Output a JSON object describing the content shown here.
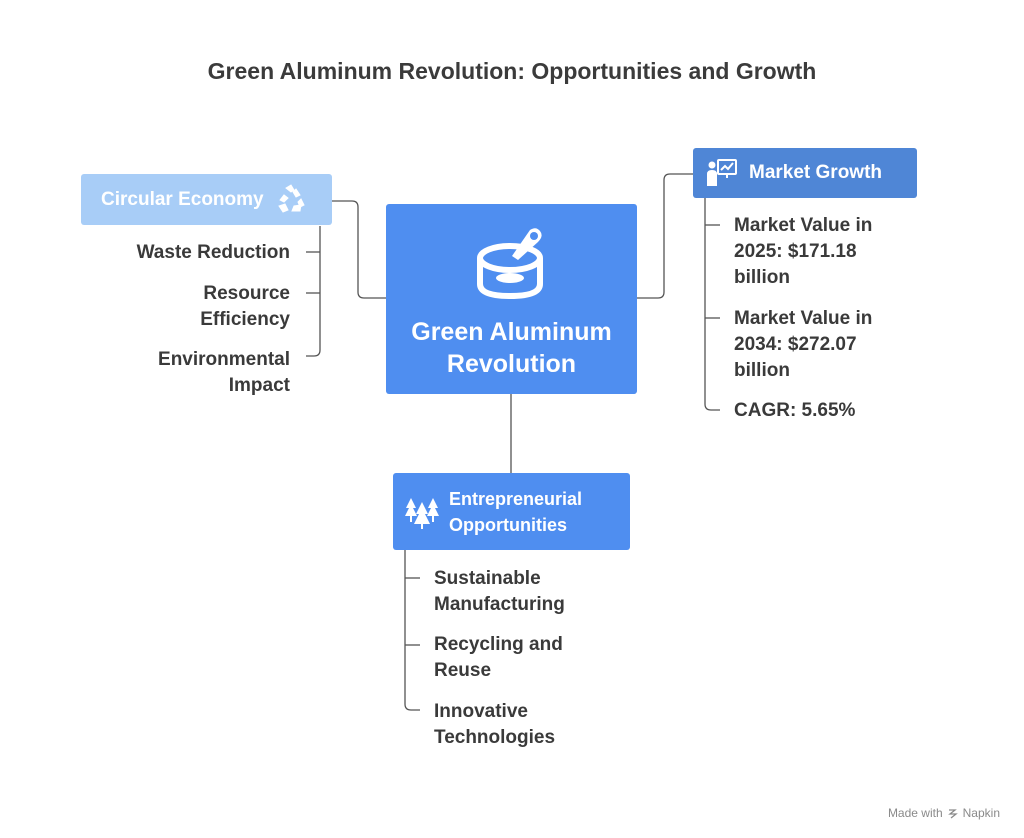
{
  "title": "Green Aluminum Revolution: Opportunities and Growth",
  "center": {
    "label": "Green Aluminum\nRevolution",
    "icon": "aluminum-can-icon"
  },
  "branches": {
    "circular": {
      "label": "Circular Economy",
      "icon": "recycle-icon",
      "items": [
        "Waste Reduction",
        "Resource\nEfficiency",
        "Environmental\nImpact"
      ]
    },
    "market": {
      "label": "Market Growth",
      "icon": "presentation-chart-icon",
      "items": [
        "Market Value in\n2025: $171.18\nbillion",
        "Market Value in\n2034: $272.07\nbillion",
        "CAGR: 5.65%"
      ]
    },
    "entrepreneurial": {
      "label": "Entrepreneurial\nOpportunities",
      "icon": "trees-icon",
      "items": [
        "Sustainable\nManufacturing",
        "Recycling and\nReuse",
        "Innovative\nTechnologies"
      ]
    }
  },
  "footer": {
    "made_with": "Made with",
    "brand": "Napkin",
    "icon": "napkin-logo-icon"
  },
  "colors": {
    "circular_box": "#a8cdf7",
    "market_box": "#4f86d6",
    "center_box": "#4f8ef0",
    "entrepreneurial_box": "#4f8ef0",
    "connector": "#555555",
    "text": "#3a3a3a"
  }
}
